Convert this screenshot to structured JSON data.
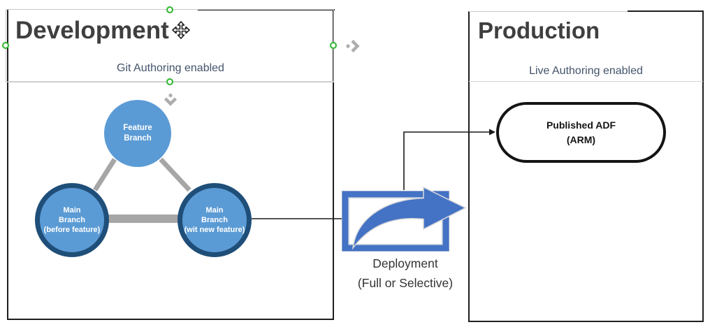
{
  "development": {
    "title": "Development",
    "subtitle": "Git Authoring enabled",
    "feature_branch": {
      "line1": "Feature",
      "line2": "Branch"
    },
    "main_branch_before": {
      "line1": "Main",
      "line2": "Branch",
      "line3": "(before feature)"
    },
    "main_branch_new": {
      "line1": "Main",
      "line2": "Branch",
      "line3": "(wit new feature)"
    }
  },
  "deployment": {
    "line1": "Deployment",
    "line2": "(Full or Selective)"
  },
  "production": {
    "title": "Production",
    "subtitle": "Live Authoring enabled",
    "published_adf": {
      "line1": "Published ADF",
      "line2": "(ARM)"
    }
  },
  "icons": {
    "move_cursor": "move-cursor-icon",
    "expand_right": "expand-arrow-right-icon",
    "expand_down": "expand-arrow-down-icon",
    "deployment_arrow": "curved-right-arrow-icon"
  },
  "colors": {
    "node_fill": "#5B9BD5",
    "node_border": "#1F4E79",
    "connector_gray": "#A6A6A6",
    "deploy_blue": "#4472C4",
    "box_border": "#1F1F1F",
    "title_color": "#3F3F3F",
    "subtitle_color": "#44546A",
    "handle_green": "#2EB52E",
    "selection_gray": "#C9C9C9",
    "arrow_black": "#1A1A1A",
    "floatie_gray": "#ADADAD"
  }
}
